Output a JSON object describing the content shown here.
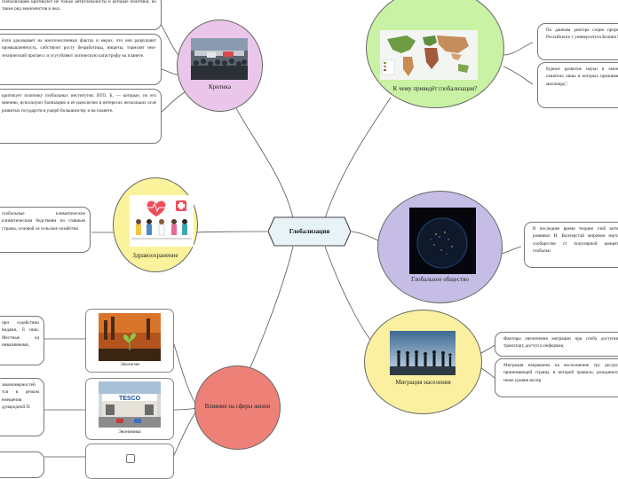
{
  "central": {
    "label": "Глобализация"
  },
  "criticism": {
    "label": "Критика",
    "cards": [
      "глобализацию критикуют не только антиглобалисты и которые политики, но также ряд экономистов и ных.",
      "ёлли доказывает на многочисленных фактах и мерах, что они разрушают промышленность, собствуют росту безработицы, нищеты, тормозят нно-технический прогресс и усугубляют логическую катастрофу на планете.",
      "критикует политику глобальных институтов: ВТО, Б, — которые, по его мнению, используют бализацию и её идеологию в интересах нескольких осле развитых государств в ущерб большинству и на планете."
    ]
  },
  "future": {
    "label": "К чему приведёт глобализация?",
    "cards": [
      "По данным доктора социо проректора Российского г университета Козина М.",
      "Бурное развитие науки и экономики охватило лишь в которых проживает так миллиард\"."
    ]
  },
  "health": {
    "label": "Здравоохранение",
    "card": "глобальные климатические климатическим бедствиям по главным страны, основой ся сельское хозяйство."
  },
  "society": {
    "label": "Глобальное общество",
    "card": "В последнее время теорию глоб активно развивал И. Валлерстай мировом научном сообществе ст популярной концепция глобальн"
  },
  "spheres": {
    "label": "Влияние на сферы жизни",
    "items": [
      {
        "label": "Экология",
        "card": "при содействии видами, й ниш. Местные ед инвазивными,"
      },
      {
        "label": "Экономика",
        "card": "закономерностей тся в резком емещения дународной П."
      }
    ]
  },
  "migration": {
    "label": "Миграция населения",
    "cards": [
      "Факторы увеличения миграции при глоба доступный транспорт, доступ к информац",
      "Миграция направлена на восполнение тру ресурсов принимающей страны, в которой правило, рождаемость ниже уровня воспр"
    ]
  },
  "colors": {
    "criticism": "#e9c6ea",
    "future": "#c9f2a4",
    "health": "#faf39c",
    "society": "#c6bde6",
    "spheres": "#ee8177",
    "migration": "#faf0a0",
    "central": "#e8f3f7"
  }
}
